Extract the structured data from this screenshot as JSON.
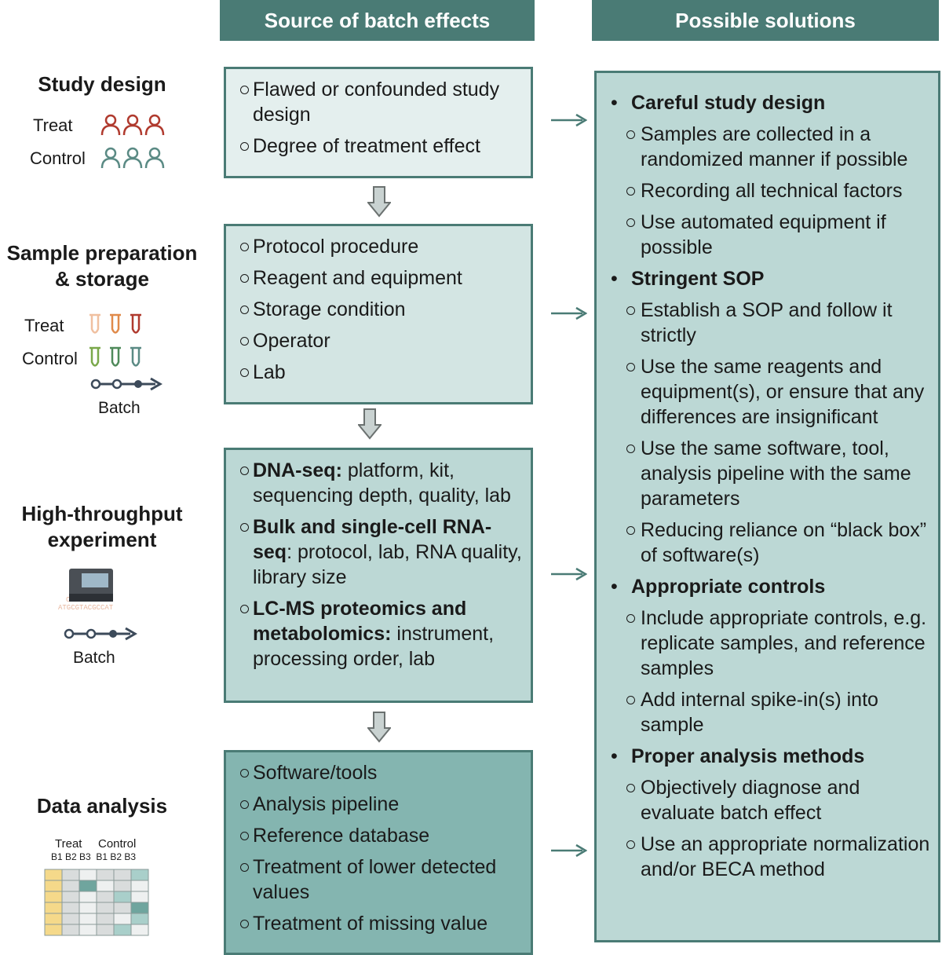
{
  "headers": {
    "source": "Source of batch effects",
    "solutions": "Possible solutions"
  },
  "stages": {
    "study_design": {
      "title": "Study design",
      "treat": "Treat",
      "control": "Control"
    },
    "sample_prep": {
      "title": "Sample preparation & storage",
      "treat": "Treat",
      "control": "Control",
      "batch": "Batch"
    },
    "high_throughput": {
      "title": "High-throughput experiment",
      "batch": "Batch"
    },
    "data_analysis": {
      "title": "Data analysis",
      "treat": "Treat",
      "control": "Control",
      "batch_labels": "B1 B2 B3  B1 B2 B3"
    }
  },
  "sources": {
    "study_design": [
      "Flawed or confounded study design",
      "Degree of treatment effect"
    ],
    "sample_prep": [
      "Protocol procedure",
      "Reagent and equipment",
      "Storage condition",
      "Operator",
      "Lab"
    ],
    "high_throughput": [
      {
        "bold": "DNA-seq:",
        "rest": " platform, kit, sequencing depth, quality, lab"
      },
      {
        "bold": "Bulk and single-cell RNA-seq",
        "rest": ": protocol, lab, RNA quality, library size"
      },
      {
        "bold": "LC-MS proteomics and metabolomics:",
        "rest": " instrument, processing order, lab"
      }
    ],
    "data_analysis": [
      "Software/tools",
      "Analysis pipeline",
      "Reference database",
      "Treatment of lower detected values",
      "Treatment of missing value"
    ]
  },
  "solutions": [
    {
      "title": "Careful study design",
      "items": [
        "Samples are collected in a randomized manner if possible",
        "Recording all technical factors",
        "Use automated equipment if possible"
      ]
    },
    {
      "title": "Stringent SOP",
      "items": [
        "Establish a SOP and follow it strictly",
        "Use the same reagents and equipment(s), or ensure that any differences are insignificant",
        "Use the same software, tool, analysis pipeline with the same parameters",
        "Reducing reliance on “black box” of software(s)"
      ]
    },
    {
      "title": "Appropriate controls",
      "items": [
        "Include appropriate controls, e.g. replicate samples, and reference samples",
        "Add internal spike-in(s) into sample"
      ]
    },
    {
      "title": "Proper analysis methods",
      "items": [
        "Objectively diagnose and evaluate batch effect",
        "Use an appropriate normalization and/or BECA method"
      ]
    }
  ],
  "colors": {
    "header_bg": "#4a7b75",
    "treat": "#b03a2e",
    "control": "#5a8a84",
    "box1": "#e4efee",
    "box2": "#d3e5e3",
    "box3": "#bcd8d5",
    "box4": "#84b5b0",
    "yellow": "#f5d98a"
  }
}
